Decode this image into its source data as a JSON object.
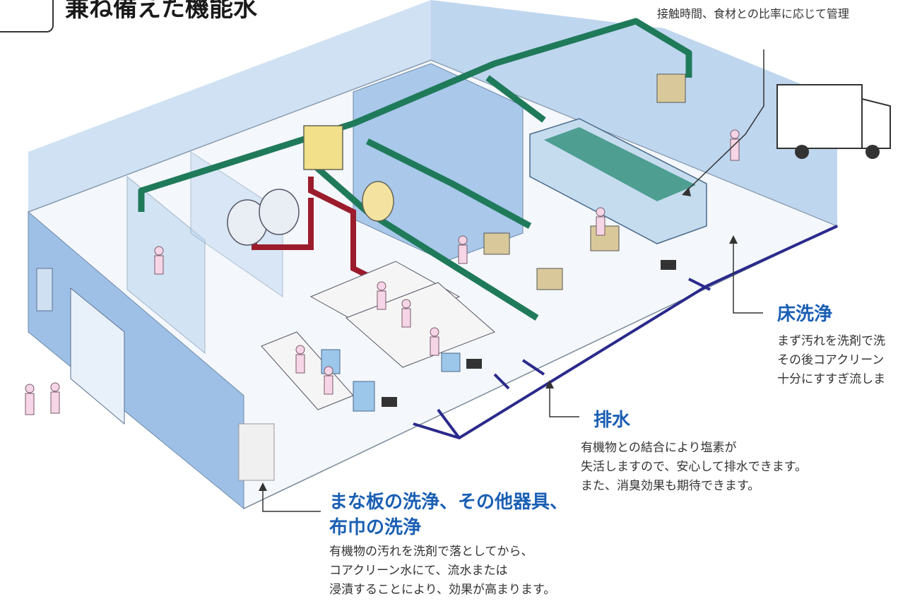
{
  "title": "兼ね備えた機能水",
  "top_note": "接触時間、食材との比率に応じて管理",
  "sections": [
    {
      "heading": "床洗浄",
      "lines": [
        "まず汚れを洗剤で洗",
        "その後コアクリーン",
        "十分にすすぎ流しま"
      ]
    },
    {
      "heading": "排水",
      "lines": [
        "有機物との結合により塩素が",
        "失活しますので、安心して排水できます。",
        "また、消臭効果も期待できます。"
      ]
    },
    {
      "heading_lines": [
        "まな板の洗浄、その他器具、",
        "布巾の洗浄"
      ],
      "lines": [
        "有機物の汚れを洗剤で落としてから、",
        "コアクリーン水にて、流水または",
        "浸漬することにより、効果が高まります。"
      ]
    }
  ],
  "colors": {
    "accent": "#1a5fb4",
    "wall": "#a9c8ea",
    "pipe_green": "#1f7a5a",
    "pipe_red": "#9b1c2c",
    "drain": "#2a2a8c"
  }
}
